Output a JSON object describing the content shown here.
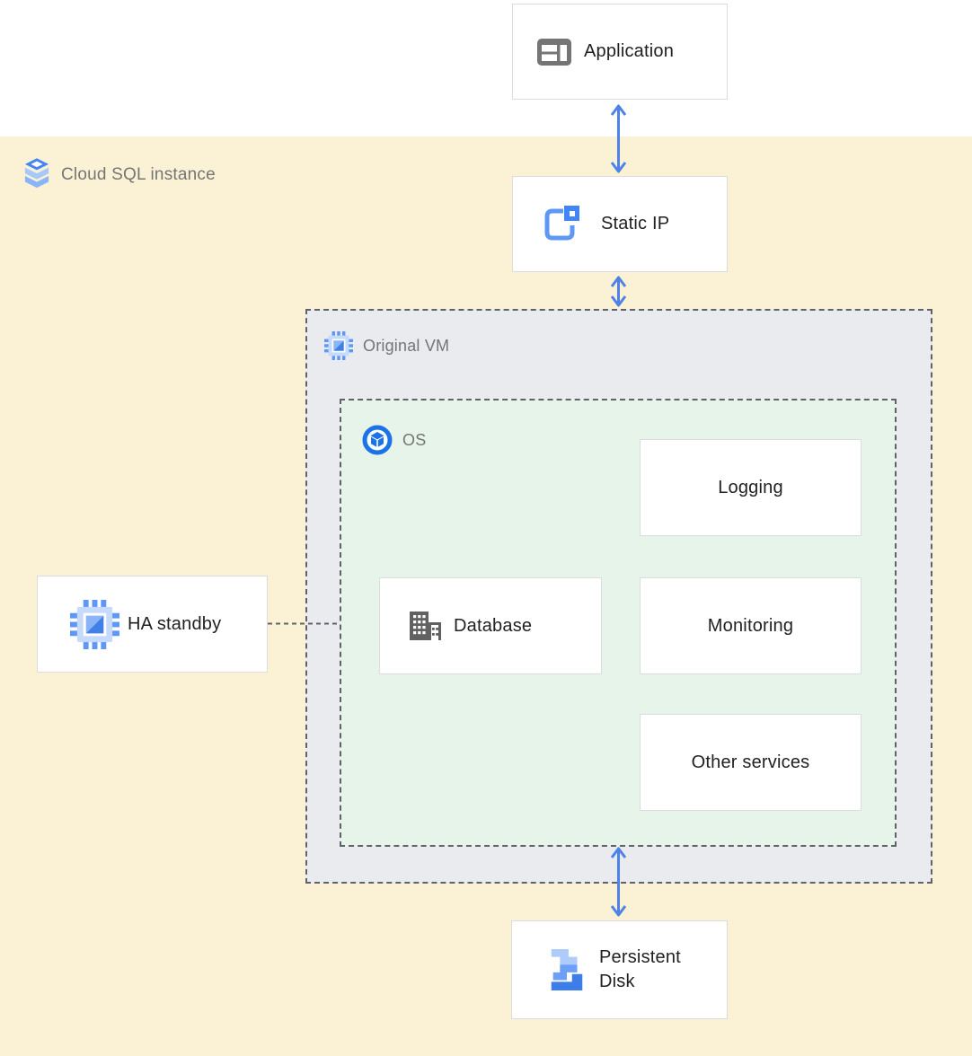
{
  "diagram": {
    "region_label": {
      "label": "Cloud SQL instance",
      "icon": "cloud-sql-icon"
    },
    "groups": {
      "original_vm": {
        "label": "Original VM",
        "icon": "compute-chip-icon"
      },
      "os": {
        "label": "OS",
        "icon": "os-ring-icon"
      }
    },
    "nodes": {
      "application": {
        "label": "Application",
        "icon": "web-app-icon"
      },
      "static_ip": {
        "label": "Static IP",
        "icon": "external-ip-icon"
      },
      "logging": {
        "label": "Logging"
      },
      "database": {
        "label": "Database",
        "icon": "building-icon"
      },
      "monitoring": {
        "label": "Monitoring"
      },
      "other_services": {
        "label": "Other services"
      },
      "ha_standby": {
        "label": "HA standby",
        "icon": "compute-chip-icon"
      },
      "persistent_disk": {
        "label": "Persistent Disk",
        "icon": "persistent-disk-icon"
      }
    },
    "edges": [
      {
        "from": "application",
        "to": "static_ip",
        "type": "bidirectional-arrow"
      },
      {
        "from": "static_ip",
        "to": "original_vm",
        "type": "bidirectional-arrow"
      },
      {
        "from": "os",
        "to": "persistent_disk",
        "type": "bidirectional-arrow"
      },
      {
        "from": "ha_standby",
        "to": "os",
        "type": "dashed-line"
      }
    ],
    "colors": {
      "region_bg": "#FBF2D6",
      "vm_bg": "#EAEBEE",
      "os_bg": "#E6F4EA",
      "box_border": "#DADCE0",
      "dashed_border": "#5F6368",
      "arrow": "#4D82E8",
      "label_gray": "#757575",
      "label_dark": "#212121",
      "google_blue": "#4285F4",
      "light_blue": "#AECBFA",
      "medium_blue": "#5E97F6",
      "ring_blue": "#1A73E8",
      "icon_gray": "#757575",
      "building_gray": "#616161"
    }
  }
}
